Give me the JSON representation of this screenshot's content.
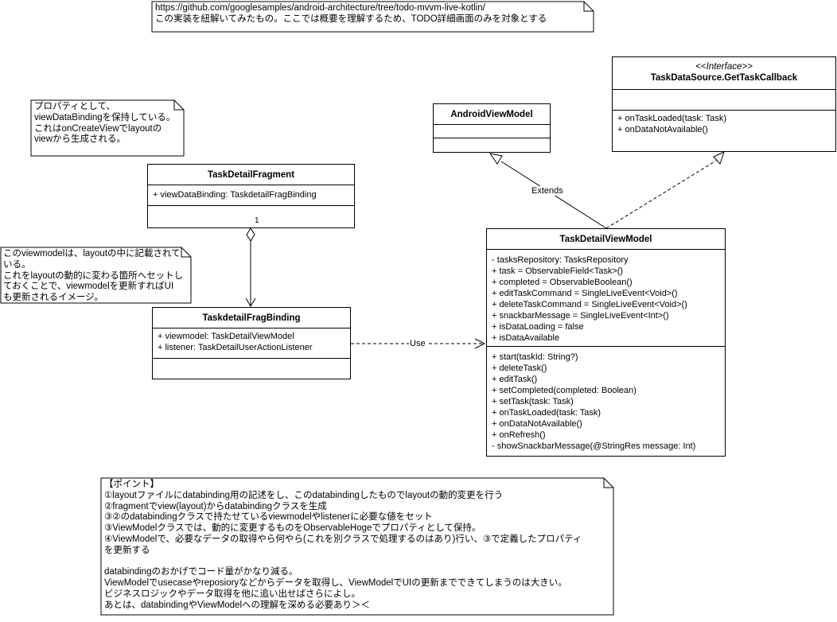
{
  "notes": {
    "top": [
      "https://github.com/googlesamples/android-architecture/tree/todo-mvvm-live-kotlin/",
      "この実装を紐解いてみたもの。ここでは概要を理解するため、TODO詳細画面のみを対象とする"
    ],
    "fragment": [
      "プロパティとして、",
      "viewDataBindingを保持している。",
      "これはonCreateViewでlayoutの",
      "viewから生成される。"
    ],
    "viewmodel": [
      "このviewmodelは、layoutの中に記載されて",
      "いる。",
      "これをlayoutの動的に変わる箇所へセットし",
      "ておくことで、viewmodelを更新すればUI",
      "も更新されるイメージ。"
    ],
    "points": [
      "【ポイント】",
      "①layoutファイルにdatabinding用の記述をし、このdatabindingしたものでlayoutの動的変更を行う",
      "②fragmentでview(layout)からdatabindingクラスを生成",
      "③②のdatabindingクラスで持たせているviewmodelやlistenerに必要な値をセット",
      "③ViewModelクラスでは、動的に変更するものをObservableHogeでプロパティとして保持。",
      "④ViewModelで、必要なデータの取得やら何やら(これを別クラスで処理するのはあり)行い、③で定義したプロパティ",
      "を更新する",
      "",
      "databindingのおかげでコード量がかなり減る。",
      "ViewModelでusecaseやreposioryなどからデータを取得し、ViewModelでUIの更新までできてしまうのは大きい。",
      "ビジネスロジックやデータ取得を他に追い出せばさらによし。",
      "あとは、databindingやViewModelへの理解を深める必要あり＞＜"
    ]
  },
  "classes": {
    "fragment": {
      "name": "TaskDetailFragment",
      "attributes": [
        "+ viewDataBinding: TaskdetailFragBinding"
      ],
      "operations": []
    },
    "binding": {
      "name": "TaskdetailFragBinding",
      "attributes": [
        "+ viewmodel: TaskDetailViewModel",
        "+ listener: TaskDetailUserActionListener"
      ],
      "operations": []
    },
    "android_vm": {
      "name": "AndroidViewModel",
      "attributes": [],
      "operations": []
    },
    "callback": {
      "stereotype": "<<Interface>>",
      "name": "TaskDataSource.GetTaskCallback",
      "attributes": [],
      "operations": [
        "+ onTaskLoaded(task: Task)",
        "+ onDataNotAvailable()"
      ]
    },
    "vm": {
      "name": "TaskDetailViewModel",
      "attributes": [
        "- tasksRepository: TasksRepository",
        "+ task = ObservableField<Task>()",
        "+ completed = ObservableBoolean()",
        "+ editTaskCommand = SingleLiveEvent<Void>()",
        "+ deleteTaskCommand = SingleLiveEvent<Void>()",
        "+ snackbarMessage = SingleLiveEvent<Int>()",
        "+ isDataLoading = false",
        "+ isDataAvailable"
      ],
      "operations": [
        "+ start(taskId: String?)",
        "+ deleteTask()",
        "+ editTask()",
        "+ setCompleted(completed: Boolean)",
        "+ setTask(task: Task)",
        "+ onTaskLoaded(task: Task)",
        "+ onDataNotAvailable()",
        "+ onRefresh()",
        "- showSnackbarMessage(@StringRes message: Int)"
      ]
    }
  },
  "connectors": {
    "multiplicity": "1",
    "use_label": "Use",
    "extends_label": "Extends"
  }
}
